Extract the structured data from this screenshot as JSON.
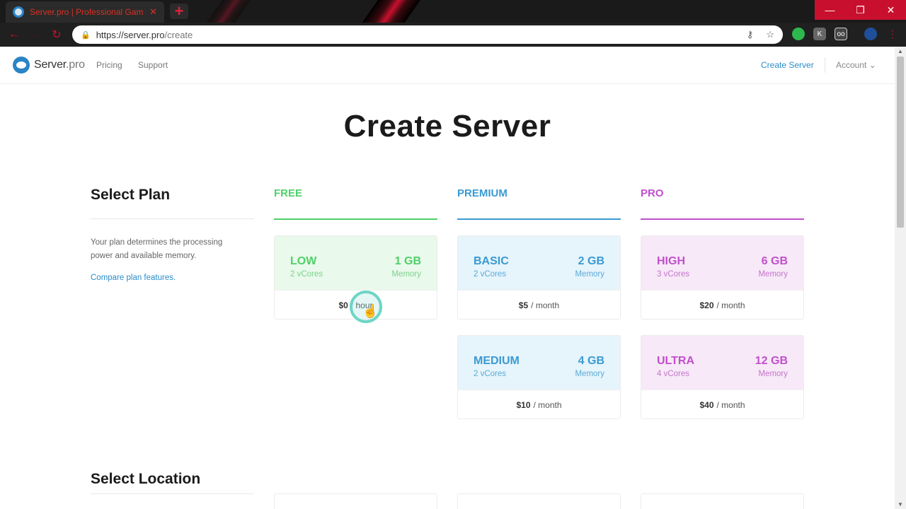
{
  "browser": {
    "tab_title": "Server.pro | Professional Game S",
    "tab_close": "✕",
    "new_tab": "+",
    "url_host": "https://server.pro",
    "url_path": "/create",
    "window_controls": {
      "minimize": "—",
      "restore": "❐",
      "close": "✕"
    }
  },
  "header": {
    "logo_main": "Server",
    "logo_suffix": ".pro",
    "nav": [
      "Pricing",
      "Support"
    ],
    "create_server": "Create Server",
    "account": "Account ⌄"
  },
  "page_title": "Create Server",
  "plan_section": {
    "title": "Select Plan",
    "description": "Your plan determines the processing power and available memory.",
    "compare_link": "Compare plan features."
  },
  "tiers": {
    "free": {
      "label": "FREE",
      "color": "#4fd068"
    },
    "premium": {
      "label": "PREMIUM",
      "color": "#3a9ad2"
    },
    "pro": {
      "label": "PRO",
      "color": "#c04fcc"
    }
  },
  "plans": [
    {
      "tier": "free",
      "name": "LOW",
      "cores": "2 vCores",
      "memory": "1 GB",
      "memory_label": "Memory",
      "price": "$0",
      "period": "/ hour"
    },
    {
      "tier": "premium",
      "name": "BASIC",
      "cores": "2 vCores",
      "memory": "2 GB",
      "memory_label": "Memory",
      "price": "$5",
      "period": "/ month"
    },
    {
      "tier": "pro",
      "name": "HIGH",
      "cores": "3 vCores",
      "memory": "6 GB",
      "memory_label": "Memory",
      "price": "$20",
      "period": "/ month"
    },
    {
      "tier": "premium",
      "name": "MEDIUM",
      "cores": "2 vCores",
      "memory": "4 GB",
      "memory_label": "Memory",
      "price": "$10",
      "period": "/ month"
    },
    {
      "tier": "pro",
      "name": "ULTRA",
      "cores": "4 vCores",
      "memory": "12 GB",
      "memory_label": "Memory",
      "price": "$40",
      "period": "/ month"
    }
  ],
  "location_section": {
    "title": "Select Location"
  }
}
